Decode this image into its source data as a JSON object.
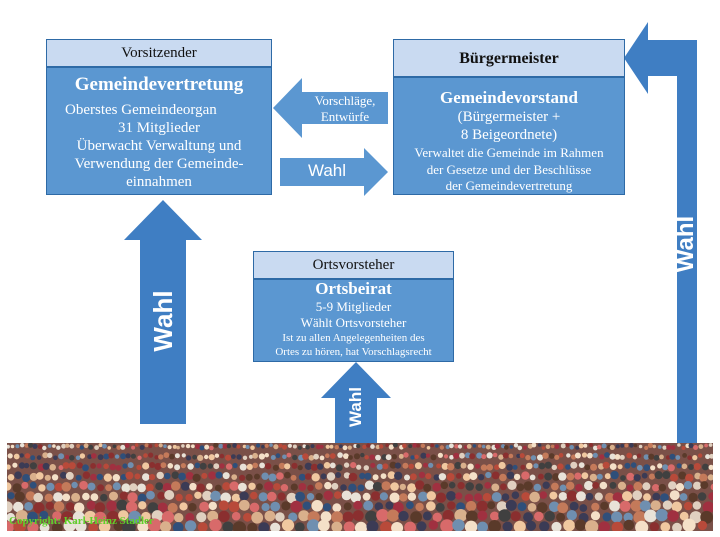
{
  "colors": {
    "header_fill": "#c9daf1",
    "body_fill": "#5b97d1",
    "arrow_fill": "#4f86c6",
    "arrow_dark": "#2a63a8",
    "copyright": "#5fd02a"
  },
  "gemeindevertretung": {
    "header": "Vorsitzender",
    "title": "Gemeindevertretung",
    "lines": [
      "Oberstes Gemeindeorgan",
      "31 Mitglieder",
      "Überwacht Verwaltung und",
      "Verwendung der Gemeinde-",
      "einnahmen"
    ]
  },
  "gemeindevorstand": {
    "header": "Bürgermeister",
    "title": "Gemeindevorstand",
    "lines": [
      "(Bürgermeister +",
      "8 Beigeordnete)",
      "Verwaltet die Gemeinde im Rahmen",
      "der Gesetze und der Beschlüsse",
      "der Gemeindevertretung"
    ]
  },
  "ortsbeirat": {
    "header": "Ortsvorsteher",
    "title": "Ortsbeirat",
    "lines": [
      "5-9 Mitglieder",
      "Wählt Ortsvorsteher",
      "Ist zu allen Angelegenheiten des",
      "Ortes zu hören, hat Vorschlagsrecht"
    ]
  },
  "arrows": {
    "vorschlaege": [
      "Vorschläge,",
      "Entwürfe"
    ],
    "wahl_right": "Wahl",
    "wahl_left_up": "Wahl",
    "wahl_center_up": "Wahl",
    "wahl_right_up": "Wahl"
  },
  "copyright": "Copyright: Karl-Heinz Stadler"
}
